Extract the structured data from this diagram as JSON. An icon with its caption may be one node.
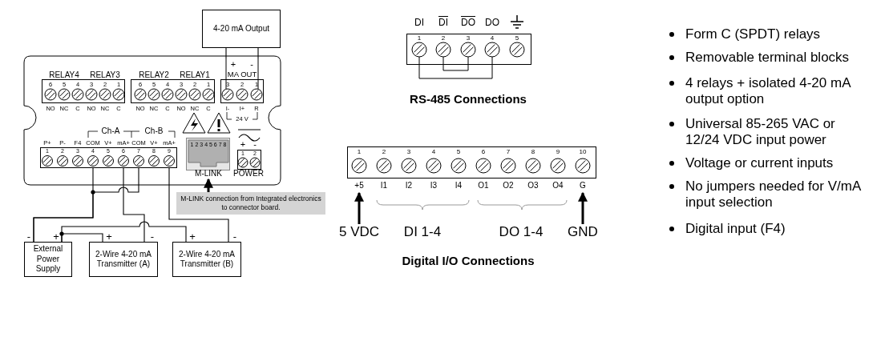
{
  "diagram": {
    "nodes": [
      {
        "text": [
          "4-20 mA Output"
        ]
      },
      {
        "text": [],
        "shape": "box"
      },
      {
        "text": [
          "RELAY4",
          "RELAY3",
          "6",
          "5",
          "4",
          "3",
          "2",
          "1",
          "NO",
          "NC",
          "C",
          "NO",
          "NC",
          "C"
        ],
        "in": 1
      },
      {
        "text": [
          "RELAY2",
          "RELAY1",
          "6",
          "5",
          "4",
          "3",
          "2",
          "1",
          "NO",
          "NC",
          "C",
          "NO",
          "NC",
          "C"
        ],
        "in": 1
      },
      {
        "text": [
          "+",
          "-",
          "MA OUT",
          "3",
          "2",
          "1",
          "I-",
          "I+",
          "R",
          "24 V"
        ],
        "in": 1
      },
      {
        "text": [
          "Ch-A",
          "Ch-B",
          "P+",
          "P-",
          "F4",
          "COM",
          "V+",
          "mA+",
          "COM",
          "V+",
          "mA+",
          "1",
          "2",
          "3",
          "4",
          "5",
          "6",
          "7",
          "8",
          "9"
        ],
        "in": 1
      },
      {
        "text": [
          "1 2 3 4 5 6 7 8",
          "M-LINK"
        ],
        "in": 1
      },
      {
        "text": [
          "+",
          "-",
          "1",
          "2",
          "POWER"
        ],
        "in": 1
      },
      {
        "text": [
          "M-LINK connection from Integrated electronics to connector board."
        ]
      },
      {
        "text": [
          "External Power Supply"
        ],
        "beside": [
          "-",
          "+"
        ]
      },
      {
        "text": [
          "2-Wire 4-20 mA Transmitter (A)"
        ],
        "beside": [
          "+",
          "-"
        ]
      },
      {
        "text": [
          "2-Wire 4-20 mA Transmitter (B)"
        ],
        "beside": [
          "+",
          "-"
        ]
      },
      {
        "text": [
          "DI",
          "DI",
          "DO",
          "DO",
          "1",
          "2",
          "3",
          "4",
          "5"
        ],
        "beside": [
          "RS-485 Connections"
        ]
      },
      {
        "text": [
          "1",
          "2",
          "3",
          "4",
          "5",
          "6",
          "7",
          "8",
          "9",
          "10",
          "+5",
          "I1",
          "I2",
          "I3",
          "I4",
          "O1",
          "O2",
          "O3",
          "O4",
          "G"
        ]
      },
      {
        "text": [
          "5 VDC"
        ]
      },
      {
        "text": [
          "GND"
        ]
      }
    ],
    "edges": [
      {
        "from": 0,
        "to": 4,
        "arrow": "none"
      },
      {
        "from": 0,
        "to": 4,
        "arrow": "none"
      },
      {
        "from": 5,
        "to": 9,
        "arrow": "none"
      },
      {
        "from": 5,
        "to": 9,
        "arrow": "none"
      },
      {
        "from": 5,
        "to": 10,
        "arrow": "none"
      },
      {
        "from": 5,
        "to": 11,
        "arrow": "none"
      },
      {
        "from": 9,
        "to": 10,
        "arrow": "none"
      },
      {
        "from": 9,
        "to": 11,
        "arrow": "none"
      },
      {
        "from": 8,
        "to": 6,
        "arrow": "to",
        "style": "thick"
      },
      {
        "from": 14,
        "to": 13,
        "arrow": "to",
        "style": "thick"
      },
      {
        "from": 15,
        "to": 13,
        "arrow": "to",
        "style": "thick"
      }
    ],
    "labels": [
      "DI 1-4",
      "DO 1-4",
      "Digital I/O Connections",
      "Form C (SPDT) relays",
      "Removable terminal blocks",
      "4 relays + isolated 4-20 mA output option",
      "Universal 85-265 VAC or 12/24 VDC input power",
      "Voltage or current inputs",
      "No jumpers needed for V/mA input selection",
      "Digital input (F4)"
    ]
  }
}
